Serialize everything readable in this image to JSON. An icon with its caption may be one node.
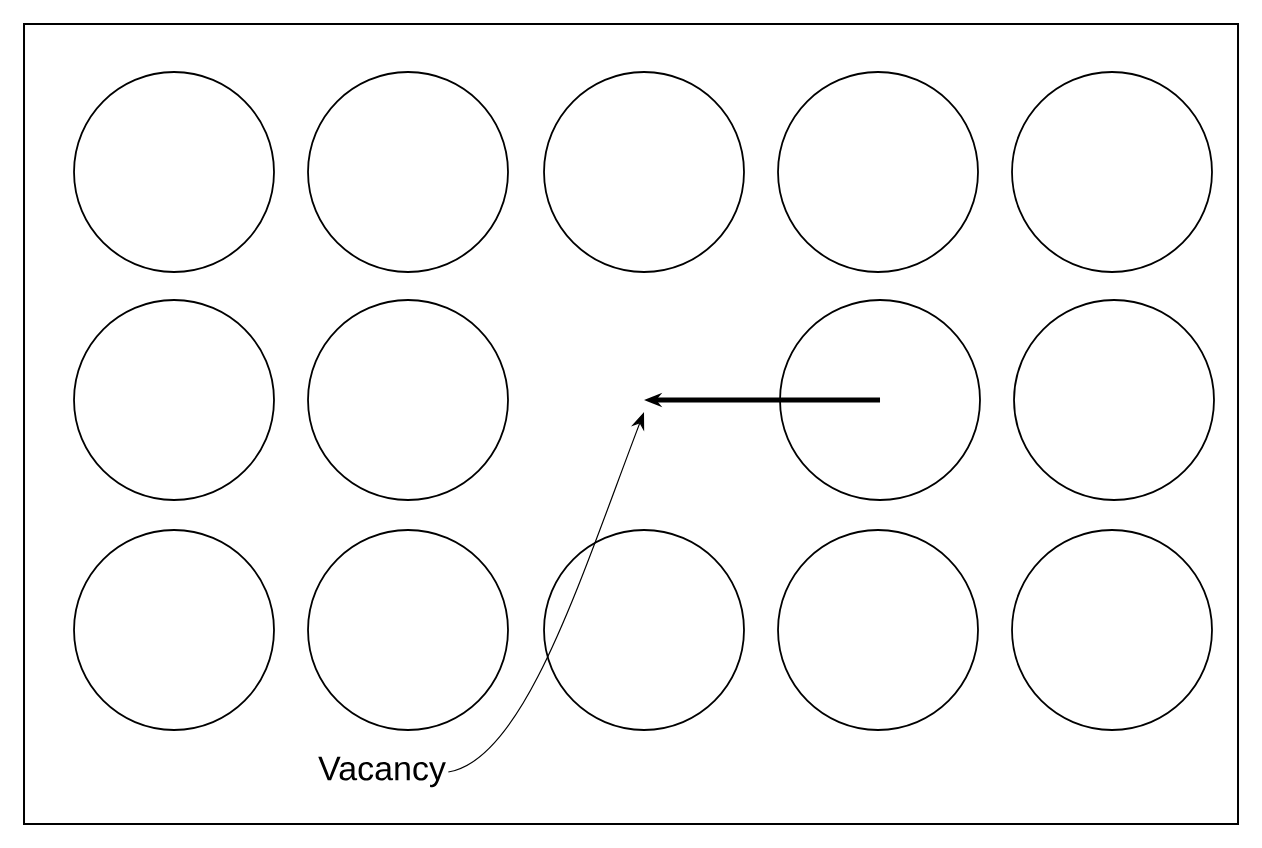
{
  "diagram": {
    "nodes": [
      {
        "text": [],
        "shape": "circle"
      },
      {
        "text": [],
        "shape": "circle"
      },
      {
        "text": [],
        "shape": "circle"
      },
      {
        "text": [],
        "shape": "circle"
      },
      {
        "text": [],
        "shape": "circle"
      },
      {
        "text": [],
        "shape": "circle"
      },
      {
        "text": [],
        "shape": "circle"
      },
      {
        "text": [],
        "shape": "circle"
      },
      {
        "text": [],
        "shape": "circle"
      },
      {
        "text": [],
        "shape": "circle"
      },
      {
        "text": [],
        "shape": "circle"
      },
      {
        "text": [],
        "shape": "circle"
      },
      {
        "text": [],
        "shape": "circle"
      },
      {
        "text": [],
        "shape": "circle"
      },
      {
        "text": [
          "Vacancy"
        ]
      }
    ],
    "edges": [
      {
        "from": 7,
        "to": null,
        "arrow": "to",
        "style": "thick"
      },
      {
        "from": 14,
        "to": null,
        "arrow": "to"
      }
    ]
  }
}
